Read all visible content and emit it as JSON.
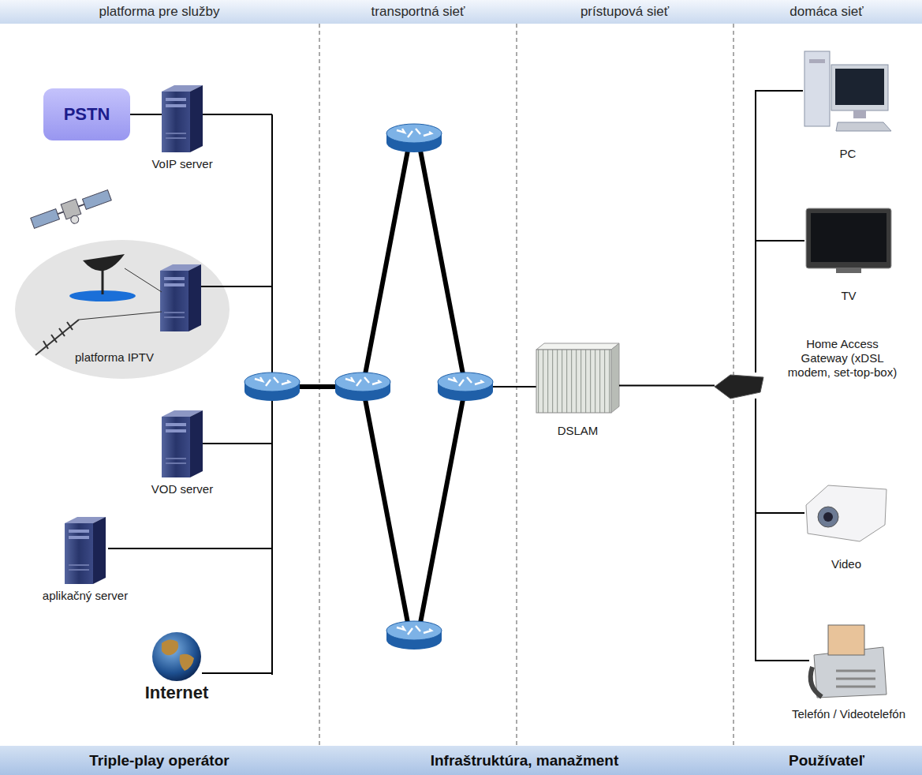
{
  "diagram": {
    "nodes": [
      {
        "text": [
          "platforma pre služby",
          "transportná sieť",
          "prístupová sieť",
          "domáca sieť"
        ]
      },
      {
        "text": [
          "PSTN"
        ]
      },
      {
        "text": [
          "VoIP server"
        ]
      },
      {
        "text": [
          "platforma IPTV"
        ]
      },
      {
        "text": [
          "VOD server"
        ]
      },
      {
        "text": [
          "aplikačný server"
        ]
      },
      {
        "text": [
          "Internet"
        ]
      },
      {
        "text": [
          "DSLAM"
        ]
      },
      {
        "text": [
          "Home Access Gateway (xDSL modem, set-top-box)"
        ]
      },
      {
        "text": [
          "PC"
        ]
      },
      {
        "text": [
          "TV"
        ]
      },
      {
        "text": [
          "Video"
        ]
      },
      {
        "text": [
          "Telefón / Videotelefón"
        ]
      },
      {
        "text": [
          "Triple-play operátor",
          "Infraštruktúra, manažment",
          "Používateľ"
        ]
      }
    ],
    "edges": [
      {
        "from": 1,
        "to": 2,
        "arrow": "none"
      },
      {
        "from": 7,
        "to": 8,
        "arrow": "none"
      },
      {
        "from": 8,
        "to": 9,
        "arrow": "none"
      },
      {
        "from": 8,
        "to": 10,
        "arrow": "none"
      },
      {
        "from": 8,
        "to": 11,
        "arrow": "none"
      },
      {
        "from": 8,
        "to": 12,
        "arrow": "none"
      }
    ]
  }
}
